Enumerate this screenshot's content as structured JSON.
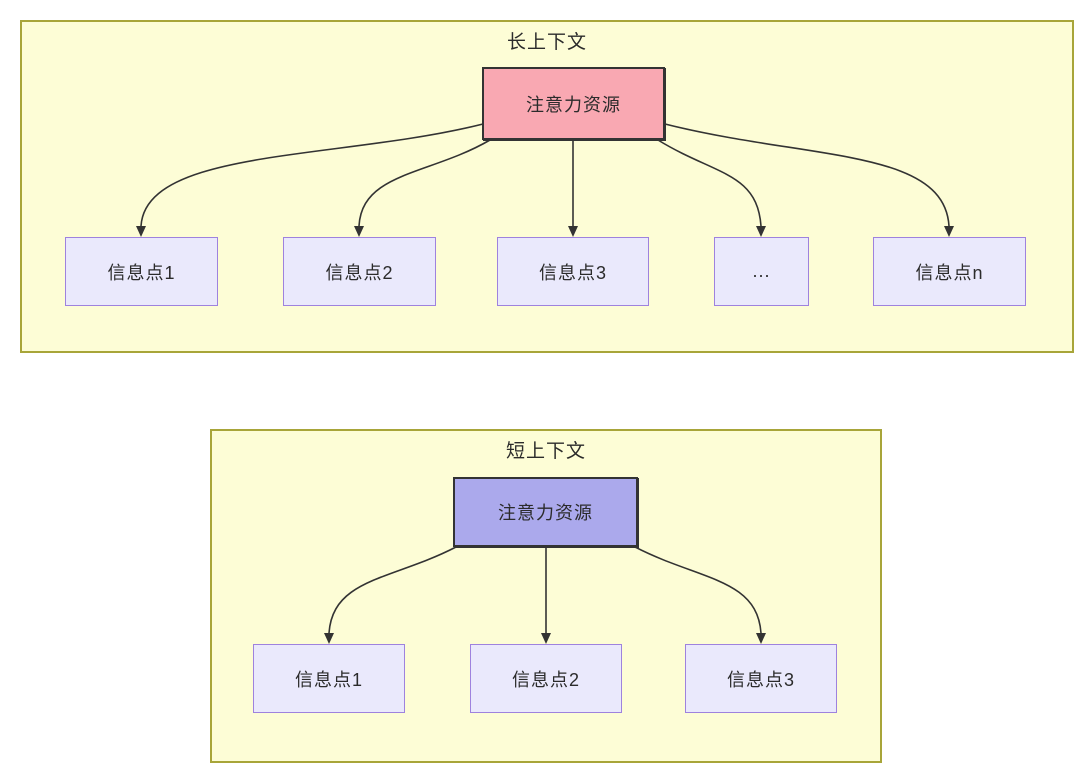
{
  "colors": {
    "page_background": "#FFFFFF",
    "container_fill": "#FDFDD6",
    "container_border": "#A8A539",
    "long_root_fill": "#F9A8B2",
    "short_root_fill": "#ABA9EC",
    "root_border": "#333333",
    "child_fill": "#EAE9FC",
    "child_border": "#9E82DE",
    "arrow": "#333333",
    "text": "#2B2B2B"
  },
  "diagrams": {
    "long": {
      "title": "长上下文",
      "root_label": "注意力资源",
      "children": [
        "信息点1",
        "信息点2",
        "信息点3",
        "...",
        "信息点n"
      ]
    },
    "short": {
      "title": "短上下文",
      "root_label": "注意力资源",
      "children": [
        "信息点1",
        "信息点2",
        "信息点3"
      ]
    }
  }
}
